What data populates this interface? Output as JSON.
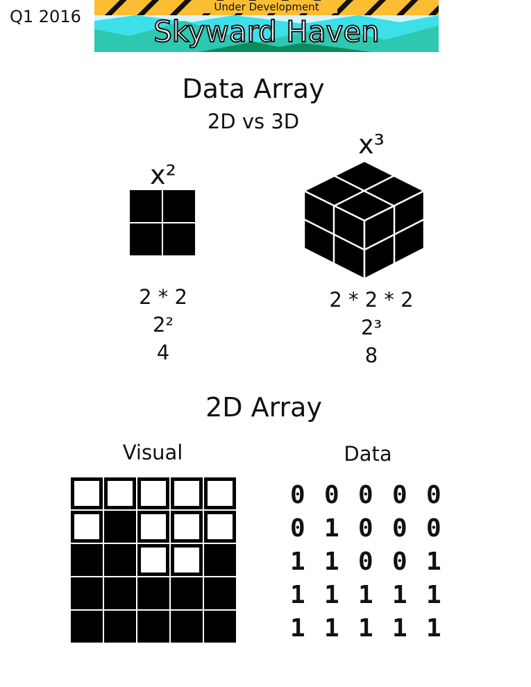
{
  "header": {
    "quarter": "Q1 2016",
    "status_banner": "Under Development",
    "game_title": "Skyward Haven"
  },
  "title": "Data Array",
  "subtitle": "2D vs 3D",
  "square": {
    "label": "x²",
    "lines": [
      "2 * 2",
      "2²",
      "4"
    ]
  },
  "cube": {
    "label": "x³",
    "lines": [
      "2 * 2 * 2",
      "2³",
      "8"
    ]
  },
  "section2": {
    "title": "2D Array",
    "visual_label": "Visual",
    "data_label": "Data"
  },
  "matrix": [
    [
      "0",
      "0",
      "0",
      "0",
      "0"
    ],
    [
      "0",
      "1",
      "0",
      "0",
      "0"
    ],
    [
      "1",
      "1",
      "0",
      "0",
      "1"
    ],
    [
      "1",
      "1",
      "1",
      "1",
      "1"
    ],
    [
      "1",
      "1",
      "1",
      "1",
      "1"
    ]
  ],
  "colors": {
    "stripe": "#fbbd32",
    "sky": "#3ddfe9",
    "hills": "#2ec7b0",
    "dark_hills": "#0f8a5a"
  }
}
